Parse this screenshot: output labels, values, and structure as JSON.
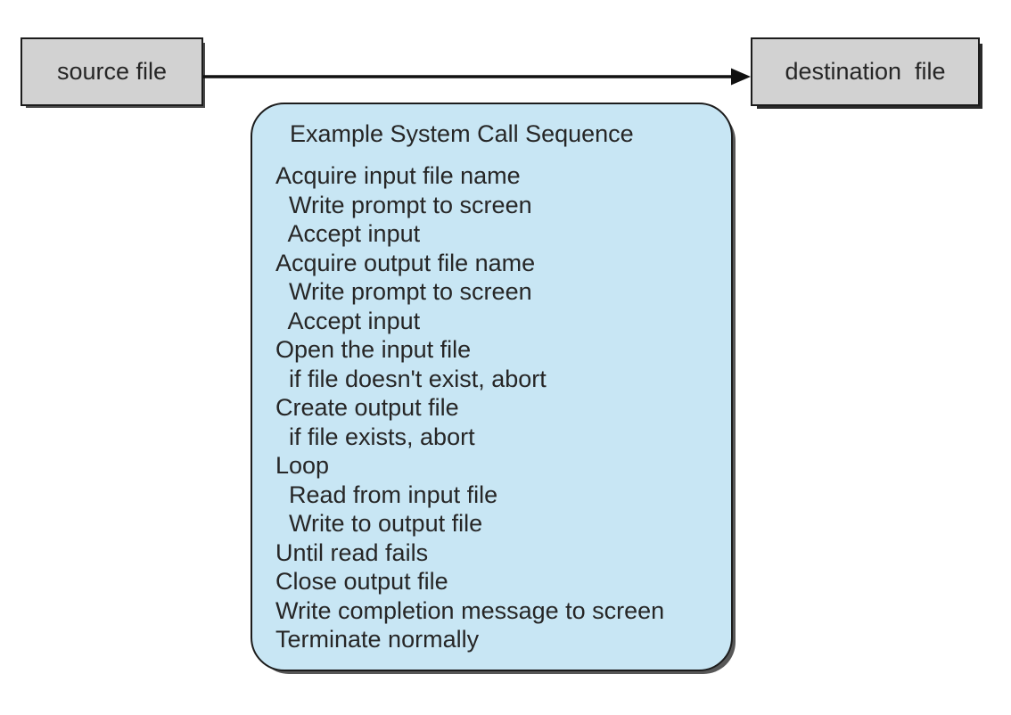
{
  "boxes": {
    "source": {
      "label": "source file"
    },
    "destination": {
      "label": "destination  file"
    }
  },
  "call_box": {
    "title": "Example System Call Sequence",
    "lines": [
      "Acquire input file name",
      "  Write prompt to screen",
      "  Accept input",
      "Acquire output file name",
      "  Write prompt to screen",
      "  Accept input",
      "Open the input file",
      "  if file doesn't exist, abort",
      "Create output file",
      "  if file exists, abort",
      "Loop",
      "  Read from input file",
      "  Write to output file",
      "Until read fails",
      "Close output file",
      "Write completion message to screen",
      "Terminate normally"
    ]
  },
  "colors": {
    "box_fill": "#d2d2d2",
    "callout_fill": "#c8e6f4",
    "border": "#1c1c1c",
    "arrow": "#111111",
    "text": "#262626"
  }
}
